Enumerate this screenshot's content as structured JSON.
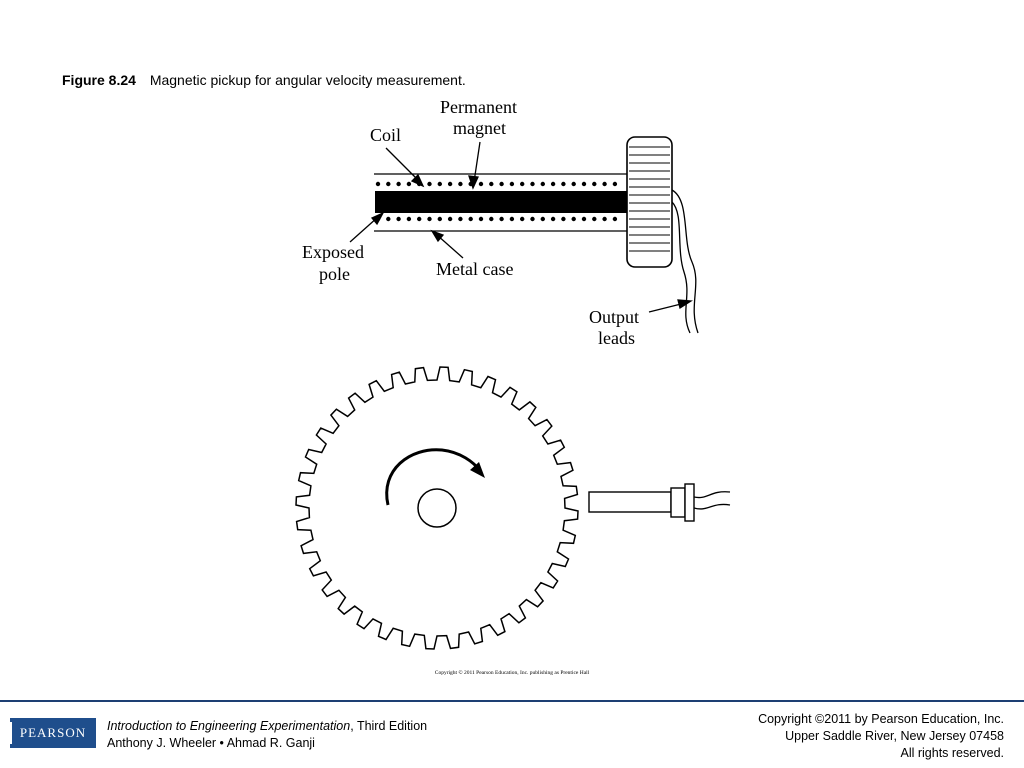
{
  "figure": {
    "number": "Figure 8.24",
    "caption": "Magnetic pickup for angular velocity measurement.",
    "labels": {
      "coil": "Coil",
      "permanent": "Permanent",
      "magnet": "magnet",
      "exposed": "Exposed",
      "pole": "pole",
      "metal_case": "Metal case",
      "output": "Output",
      "leads": "leads"
    },
    "image_credit": "Copyright © 2011 Pearson Education, Inc. publishing as Prentice Hall"
  },
  "footer": {
    "logo": "PEARSON",
    "book_title": "Introduction to Engineering Experimentation",
    "edition": ", Third Edition",
    "authors": "Anthony J. Wheeler • Ahmad R. Ganji",
    "copyright": "Copyright ©2011 by Pearson Education, Inc.",
    "address": "Upper Saddle River, New Jersey 07458",
    "rights": "All rights reserved."
  }
}
